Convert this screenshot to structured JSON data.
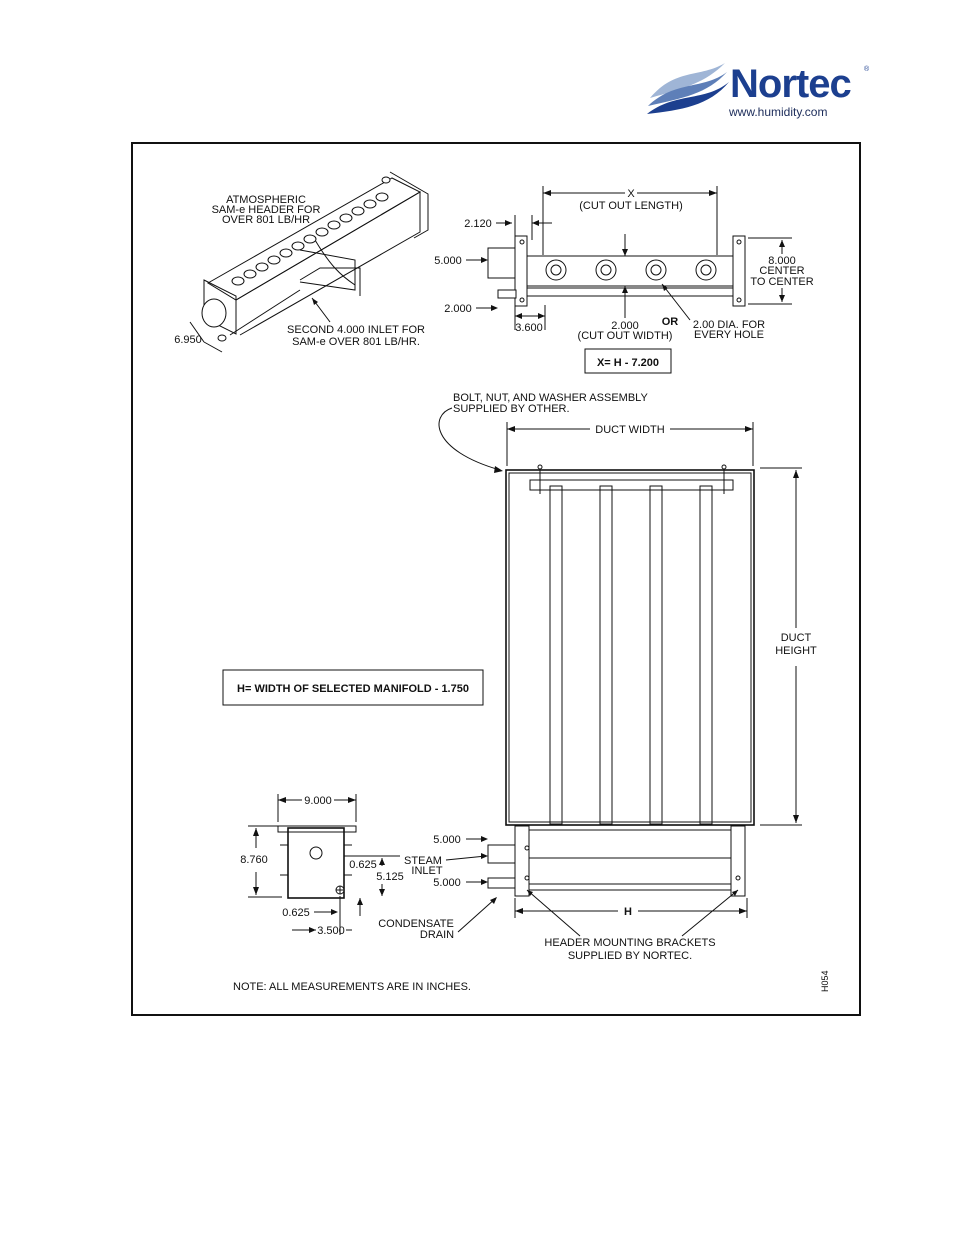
{
  "brand": {
    "name": "Nortec",
    "registered": "®",
    "url": "www.humidity.com",
    "colors": {
      "primary": "#1c3f8f",
      "wave_light": "#9fb5d6",
      "wave_mid": "#5e7fb8"
    }
  },
  "drawing": {
    "iso_view": {
      "title_lines": [
        "ATMOSPHERIC",
        "SAM-e HEADER FOR",
        "OVER 801 LB/HR"
      ],
      "inlet_note_lines": [
        "SECOND 4.000 INLET FOR",
        "SAM-e OVER 801 LB/HR."
      ],
      "dim": "6.950"
    },
    "top_view": {
      "x_label": "X",
      "cut_out_length": "(CUT OUT LENGTH)",
      "dim_2120": "2.120",
      "dim_5000": "5.000",
      "dim_2000_left": "2.000",
      "dim_3600": "3.600",
      "dim_2000_width": "2.000",
      "cut_out_width": "(CUT OUT WIDTH)",
      "or_label": "OR",
      "hole_note_lines": [
        "2.00 DIA. FOR",
        "EVERY HOLE"
      ],
      "center_note_lines": [
        "8.000",
        "CENTER",
        "TO CENTER"
      ],
      "formula": "X= H - 7.200"
    },
    "front_view": {
      "bolt_note_lines": [
        "BOLT, NUT, AND WASHER ASSEMBLY",
        "SUPPLIED BY OTHER."
      ],
      "duct_width": "DUCT WIDTH",
      "duct_height_lines": [
        "DUCT",
        "HEIGHT"
      ],
      "h_label": "H",
      "bracket_note_lines": [
        "HEADER MOUNTING BRACKETS",
        "SUPPLIED BY NORTEC."
      ],
      "dim_5000_top": "5.000",
      "dim_5000_bottom": "5.000",
      "steam_inlet_lines": [
        "STEAM",
        "INLET"
      ]
    },
    "side_view": {
      "dim_9000": "9.000",
      "dim_8760": "8.760",
      "dim_0625_top": "0.625",
      "dim_5125": "5.125",
      "dim_0625_bottom": "0.625",
      "dim_3500": "3.500",
      "condensate_lines": [
        "CONDENSATE",
        "DRAIN"
      ]
    },
    "h_formula": "H= WIDTH OF SELECTED MANIFOLD - 1.750",
    "note": "NOTE: ALL MEASUREMENTS ARE IN INCHES.",
    "drawing_id": "H054"
  }
}
